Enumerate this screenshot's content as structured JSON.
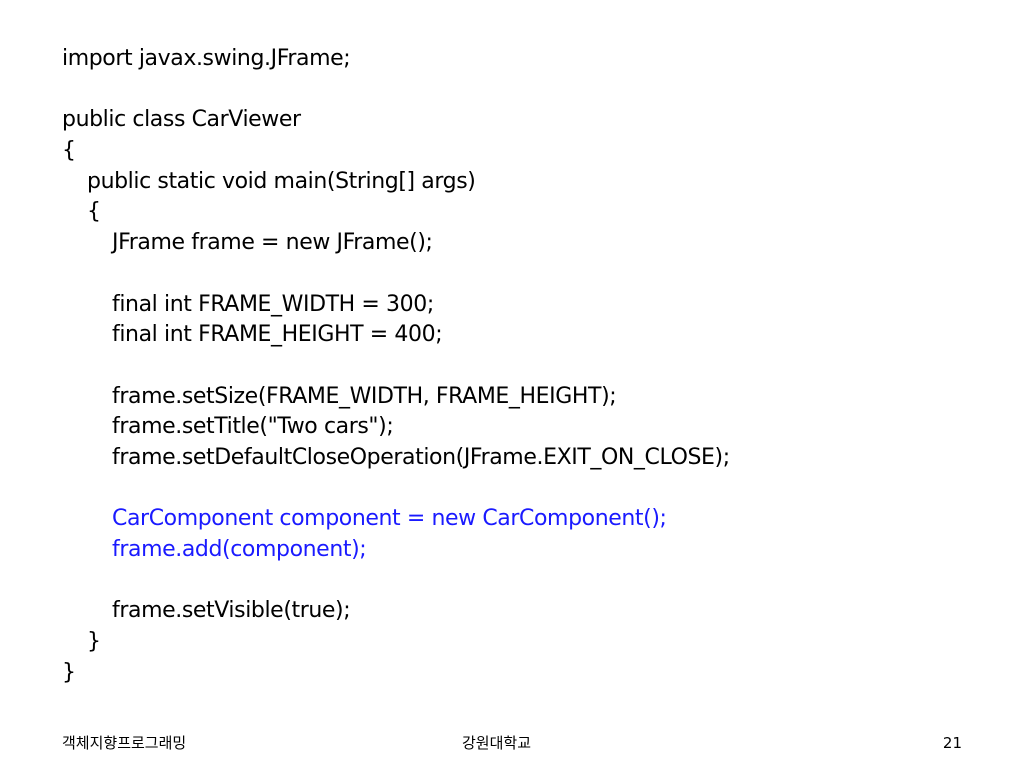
{
  "code": {
    "lines": [
      {
        "indent": 0,
        "text": "import javax.swing.JFrame;",
        "color": "#000000"
      },
      {
        "indent": 0,
        "text": "",
        "color": "#000000"
      },
      {
        "indent": 0,
        "text": "public class CarViewer",
        "color": "#000000"
      },
      {
        "indent": 0,
        "text": "{",
        "color": "#000000"
      },
      {
        "indent": 1,
        "text": "public static void main(String[] args)",
        "color": "#000000"
      },
      {
        "indent": 1,
        "text": "{",
        "color": "#000000"
      },
      {
        "indent": 2,
        "text": "JFrame frame = new JFrame();",
        "color": "#000000"
      },
      {
        "indent": 2,
        "text": "",
        "color": "#000000"
      },
      {
        "indent": 2,
        "text": "final int FRAME_WIDTH = 300;",
        "color": "#000000"
      },
      {
        "indent": 2,
        "text": "final int FRAME_HEIGHT = 400;",
        "color": "#000000"
      },
      {
        "indent": 2,
        "text": "",
        "color": "#000000"
      },
      {
        "indent": 2,
        "text": "frame.setSize(FRAME_WIDTH, FRAME_HEIGHT);",
        "color": "#000000"
      },
      {
        "indent": 2,
        "text": "frame.setTitle(\"Two cars\");",
        "color": "#000000"
      },
      {
        "indent": 2,
        "text": "frame.setDefaultCloseOperation(JFrame.EXIT_ON_CLOSE);",
        "color": "#000000"
      },
      {
        "indent": 2,
        "text": "",
        "color": "#000000"
      },
      {
        "indent": 2,
        "text": "CarComponent component = new CarComponent();",
        "color": "#1a1aff"
      },
      {
        "indent": 2,
        "text": "frame.add(component);",
        "color": "#1a1aff"
      },
      {
        "indent": 2,
        "text": "",
        "color": "#000000"
      },
      {
        "indent": 2,
        "text": "frame.setVisible(true);",
        "color": "#000000"
      },
      {
        "indent": 1,
        "text": "}",
        "color": "#000000"
      },
      {
        "indent": 0,
        "text": "}",
        "color": "#000000"
      }
    ]
  },
  "footer": {
    "left": "객체지향프로그래밍",
    "center": "강원대학교",
    "page_number": "21"
  }
}
